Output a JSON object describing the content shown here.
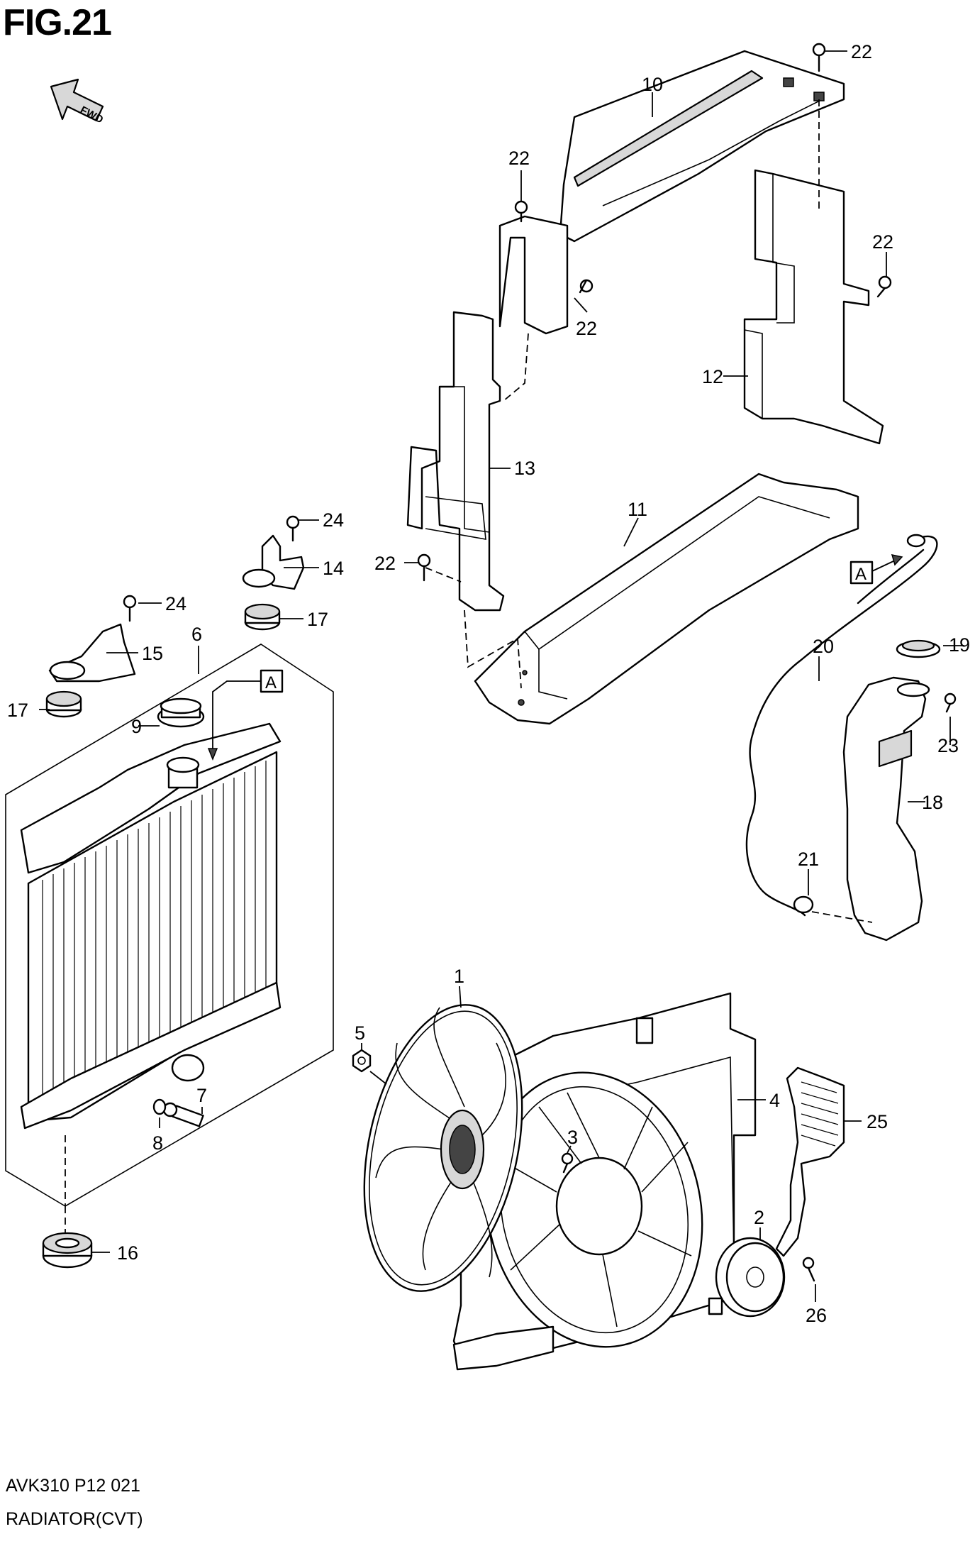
{
  "figure": {
    "title": "FIG.21"
  },
  "fwd_arrow": {
    "label": "FWD",
    "icon": "fwd-arrow-icon"
  },
  "footer": {
    "code": "AVK310 P12 021",
    "name": "RADIATOR(CVT)"
  },
  "connection_marker": {
    "letter": "A"
  },
  "callouts": {
    "c1": "1",
    "c2": "2",
    "c3": "3",
    "c4": "4",
    "c5": "5",
    "c6": "6",
    "c7": "7",
    "c8": "8",
    "c9": "9",
    "c10": "10",
    "c11": "11",
    "c12": "12",
    "c13": "13",
    "c14": "14",
    "c15": "15",
    "c16": "16",
    "c17": "17",
    "c18": "18",
    "c19": "19",
    "c20": "20",
    "c21": "21",
    "c22": "22",
    "c23": "23",
    "c24": "24",
    "c25": "25",
    "c26": "26"
  }
}
